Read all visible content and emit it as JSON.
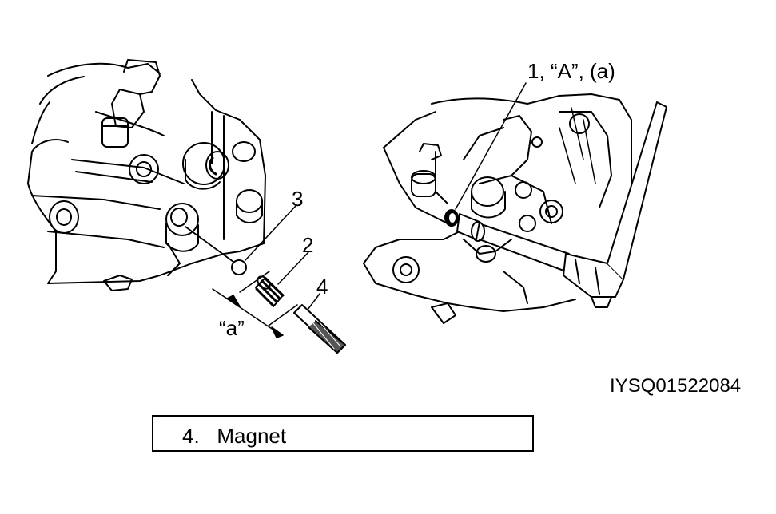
{
  "callouts": {
    "item1": "1, “A”, (a)",
    "item2": "2",
    "item3": "3",
    "item4": "4",
    "dim_a": "“a”"
  },
  "figure_id": "IYSQ01522084",
  "legend": {
    "number": "4.",
    "name": "Magnet"
  },
  "colors": {
    "line": "#000000",
    "background": "#ffffff"
  }
}
